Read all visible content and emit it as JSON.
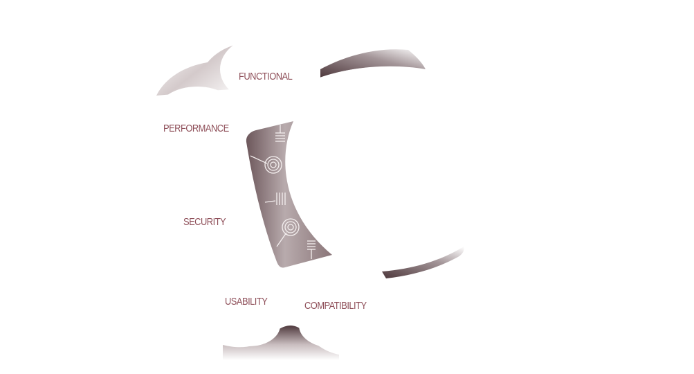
{
  "diagram": {
    "labels": {
      "functional": "FUNCTIONAL",
      "performance": "PERFORMANCE",
      "security": "SECURITY",
      "usability": "USABILITY",
      "compatibility": "COMPATIBILITY"
    },
    "colors": {
      "label_text": "#8e4e58",
      "shade_dark": "#5b4347",
      "shade_mid": "#b3a6a8",
      "shade_light": "#efeaea",
      "center_panel": "#877275",
      "panel_detail": "#f2eded"
    },
    "icons": [
      "bracket-icon",
      "target-icon",
      "bracket-icon",
      "target-icon",
      "bracket-icon"
    ]
  }
}
